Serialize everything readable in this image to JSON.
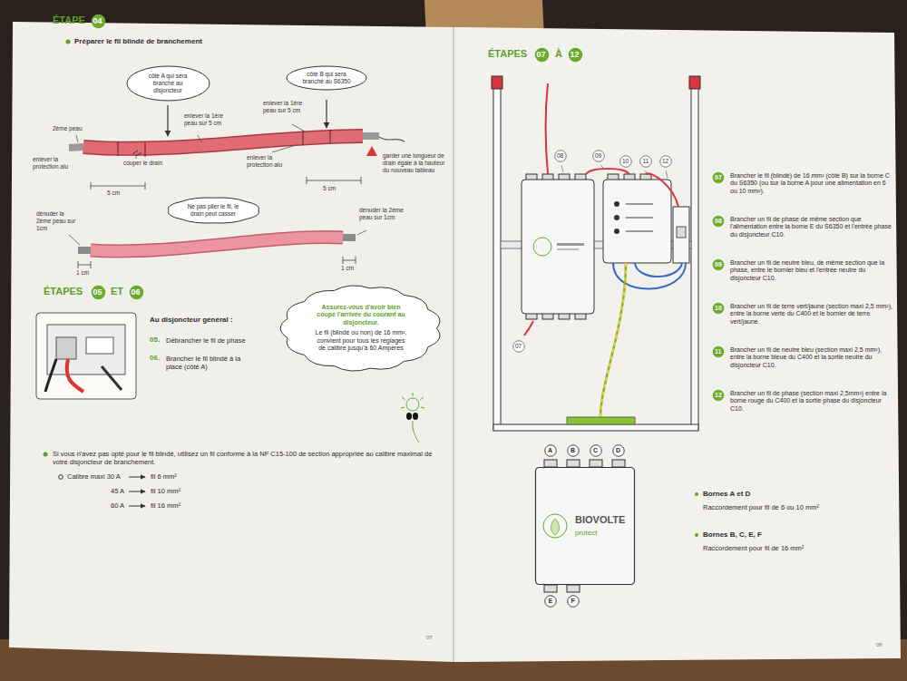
{
  "diagram": {
    "nodes": [
      {
        "text": [
          "04"
        ]
      },
      {
        "text": [
          "côté A qui sera branché au disjoncteur"
        ]
      },
      {
        "text": [
          "côté B qui sera branché au S6350"
        ]
      },
      {
        "text": [
          "Ne pas plier le fil, le drain peut casser"
        ]
      },
      {
        "text": [
          "05"
        ]
      },
      {
        "text": [
          "06"
        ]
      },
      {
        "text": [
          "Assurez-vous d'avoir bien coupé l'arrivée du courant au disjoncteur.",
          "Le fil (blindé ou non) de 16 mm², convient pour tous les réglages de calibre jusqu'à 60 Ampères"
        ]
      },
      {
        "text": [
          "07"
        ]
      },
      {
        "text": [
          "12"
        ]
      },
      {
        "text": [
          "07"
        ]
      },
      {
        "text": [
          "08"
        ]
      },
      {
        "text": [
          "09"
        ]
      },
      {
        "text": [
          "10"
        ]
      },
      {
        "text": [
          "11"
        ]
      },
      {
        "text": [
          "12"
        ]
      },
      {
        "text": [
          "07"
        ]
      },
      {
        "text": [
          "08"
        ]
      },
      {
        "text": [
          "09"
        ]
      },
      {
        "text": [
          "10"
        ]
      },
      {
        "text": [
          "11"
        ]
      },
      {
        "text": [
          "12"
        ]
      },
      {
        "text": [
          "BIOVOLTE",
          "protect"
        ]
      },
      {
        "text": [
          "A"
        ]
      },
      {
        "text": [
          "B"
        ]
      },
      {
        "text": [
          "C"
        ]
      },
      {
        "text": [
          "D"
        ]
      },
      {
        "text": [
          "E"
        ]
      },
      {
        "text": [
          "F"
        ]
      }
    ],
    "labels": [
      "ÉTAPE",
      "Préparer le fil blindé de branchement",
      "2ème peau",
      "enlever la 1ère peau sur 5 cm",
      "enlever la protection alu",
      "couper le drain",
      "5 cm",
      "enlever la 1ère peau sur 5 cm",
      "enlever la protection alu",
      "5 cm",
      "garder une longueur de drain égale à la hauteur du nouveau tableau",
      "dénuder la 2ème peau sur 1cm",
      "dénuder la 2ème peau sur 1cm",
      "1 cm",
      "1 cm",
      "ÉTAPES",
      "ET",
      "Au disjoncteur général :",
      "05.",
      "Débrancher le fil de phase",
      "06.",
      "Brancher le fil blindé à la place (côté A)",
      "Si vous n'avez pas opté pour le fil blindé, utilisez un fil conforme à la NF C15-100 de section appropriée au calibre maximal de votre disjoncteur de branchement.",
      "Calibre maxi 30 A",
      "fil 6 mm²",
      "45 A",
      "fil 10 mm²",
      "60 A",
      "fil 16 mm²",
      "07",
      "ÉTAPES",
      "À",
      "Brancher le fil (blindé) de 16 mm² (côté B) sur la borne C du S6350 (ou sur la borne A pour une alimentation en 6 ou 10 mm²).",
      "Brancher un fil de phase de même section que l'alimentation entre la borne E du S6350 et l'entrée phase du disjoncteur C10.",
      "Brancher un fil de neutre bleu, de même section que la phase, entre le bornier bleu et l'entrée neutre du disjoncteur C10.",
      "Brancher un fil de terre vert/jaune (section maxi 2,5 mm²), entre la borne verte du C400 et le bornier de terre vert/jaune.",
      "Brancher un fil de neutre bleu (section maxi 2,5 mm²), entre la borne bleue du C400 et la sortie neutre du disjoncteur C10.",
      "Brancher un fil de phase (section maxi 2,5mm²) entre la borne rouge du C400 et la sortie phase du disjoncteur C10.",
      "Bornes A et D",
      "Raccordement pour fil de 6 ou 10 mm²",
      "Bornes B, C, E, F",
      "Raccordement pour fil de 16 mm²",
      "08"
    ]
  }
}
